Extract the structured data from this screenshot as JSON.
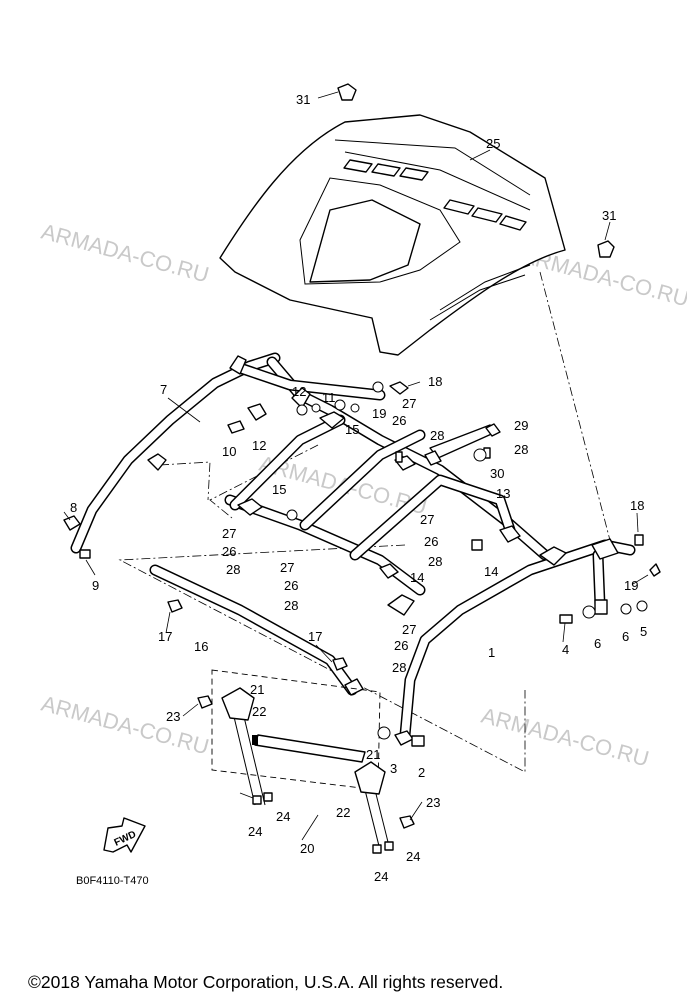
{
  "diagram": {
    "watermark": "ARMADA-CO.RU",
    "diagram_code": "B0F4110-T470",
    "fwd_label": "FWD",
    "copyright": "©2018 Yamaha Motor Corporation, U.S.A. All rights reserved.",
    "callouts": [
      {
        "n": "31"
      },
      {
        "n": "25"
      },
      {
        "n": "31"
      },
      {
        "n": "7"
      },
      {
        "n": "12"
      },
      {
        "n": "11"
      },
      {
        "n": "18"
      },
      {
        "n": "15"
      },
      {
        "n": "19"
      },
      {
        "n": "27"
      },
      {
        "n": "26"
      },
      {
        "n": "10"
      },
      {
        "n": "12"
      },
      {
        "n": "28"
      },
      {
        "n": "29"
      },
      {
        "n": "28"
      },
      {
        "n": "30"
      },
      {
        "n": "15"
      },
      {
        "n": "13"
      },
      {
        "n": "8"
      },
      {
        "n": "27"
      },
      {
        "n": "26"
      },
      {
        "n": "27"
      },
      {
        "n": "26"
      },
      {
        "n": "28"
      },
      {
        "n": "28"
      },
      {
        "n": "14"
      },
      {
        "n": "9"
      },
      {
        "n": "18"
      },
      {
        "n": "27"
      },
      {
        "n": "26"
      },
      {
        "n": "28"
      },
      {
        "n": "14"
      },
      {
        "n": "19"
      },
      {
        "n": "17"
      },
      {
        "n": "16"
      },
      {
        "n": "27"
      },
      {
        "n": "26"
      },
      {
        "n": "4"
      },
      {
        "n": "6"
      },
      {
        "n": "6"
      },
      {
        "n": "5"
      },
      {
        "n": "1"
      },
      {
        "n": "17"
      },
      {
        "n": "28"
      },
      {
        "n": "21"
      },
      {
        "n": "23"
      },
      {
        "n": "22"
      },
      {
        "n": "3"
      },
      {
        "n": "2"
      },
      {
        "n": "21"
      },
      {
        "n": "22"
      },
      {
        "n": "23"
      },
      {
        "n": "24"
      },
      {
        "n": "24"
      },
      {
        "n": "20"
      },
      {
        "n": "24"
      },
      {
        "n": "24"
      }
    ]
  }
}
